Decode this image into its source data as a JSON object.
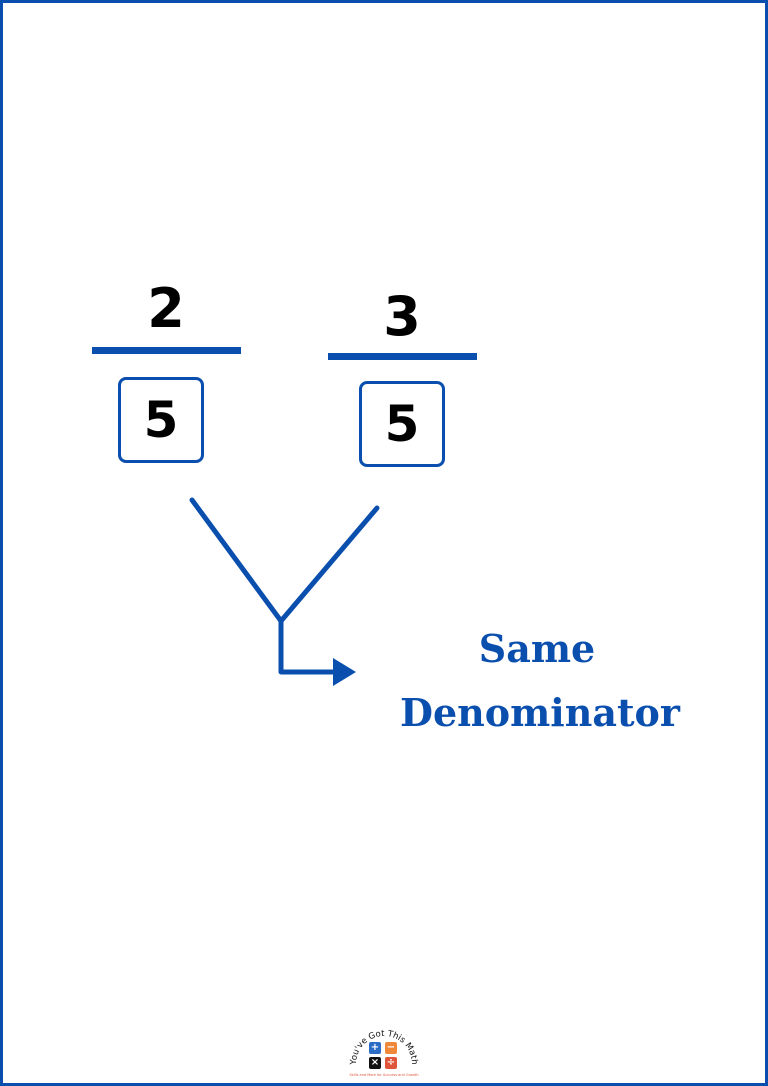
{
  "fractions": [
    {
      "numerator": "2",
      "denominator": "5"
    },
    {
      "numerator": "3",
      "denominator": "5"
    }
  ],
  "label": {
    "line1": "Same",
    "line2": "Denominator"
  },
  "logo": {
    "arc_text": "You've Got This Math",
    "tagline": "Skills and More for Success and Growth",
    "tile_symbols": [
      "+",
      "−",
      "×",
      "÷"
    ]
  },
  "colors": {
    "accent": "#0b4fae",
    "frame": "#0b4fae",
    "text": "#000000",
    "logo_blue": "#2b6cc4",
    "logo_orange": "#f0883a",
    "logo_black": "#111111",
    "logo_red": "#e0563a"
  }
}
